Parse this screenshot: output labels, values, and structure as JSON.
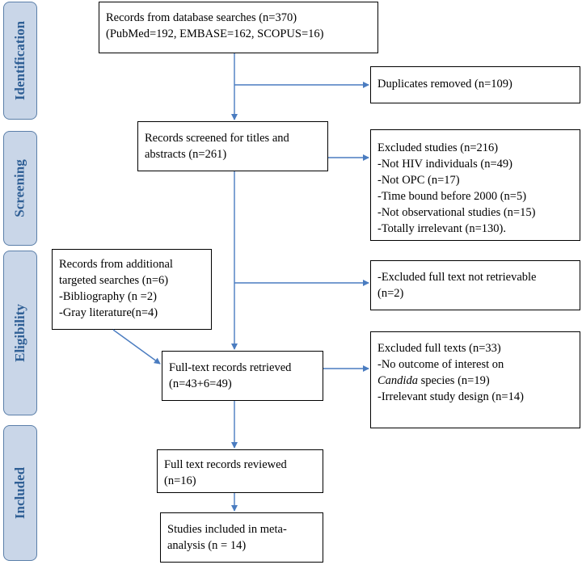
{
  "stages": {
    "identification": "Identification",
    "screening": "Screening",
    "eligibility": "Eligibility",
    "included": "Included"
  },
  "boxes": {
    "records_db": [
      "Records from database searches (n=370)",
      "(PubMed=192, EMBASE=162,  SCOPUS=16)"
    ],
    "duplicates": [
      "Duplicates removed (n=109)"
    ],
    "screened": [
      "Records screened for titles and",
      "abstracts (n=261)"
    ],
    "excluded_studies": [
      "Excluded studies (n=216)",
      "-Not HIV individuals (n=49)",
      "-Not OPC (n=17)",
      "-Time bound before 2000 (n=5)",
      "-Not observational studies (n=15)",
      "-Totally irrelevant (n=130)."
    ],
    "additional": [
      "Records from additional",
      "targeted searches (n=6)",
      "-Bibliography (n =2)",
      "-Gray literature(n=4)"
    ],
    "not_retrievable": [
      "-Excluded full text not retrievable",
      "(n=2)"
    ],
    "fulltext_retrieved": [
      "Full-text records retrieved",
      "(n=43+6=49)"
    ],
    "excluded_fulltexts": {
      "line1": "Excluded full texts (n=33)",
      "line2": "-No outcome of interest on",
      "line3_italic": "Candida",
      "line3_rest": "species (n=19)",
      "line4": "-Irrelevant study design (n=14)"
    },
    "reviewed": [
      "Full text records reviewed",
      "(n=16)"
    ],
    "included_meta": [
      "Studies included in meta-",
      "analysis (n = 14)"
    ]
  },
  "colors": {
    "arrow": "#4a7cc0",
    "stage_fill": "#c9d6e8",
    "stage_border": "#5b7fa9",
    "stage_text": "#2f5f95"
  }
}
